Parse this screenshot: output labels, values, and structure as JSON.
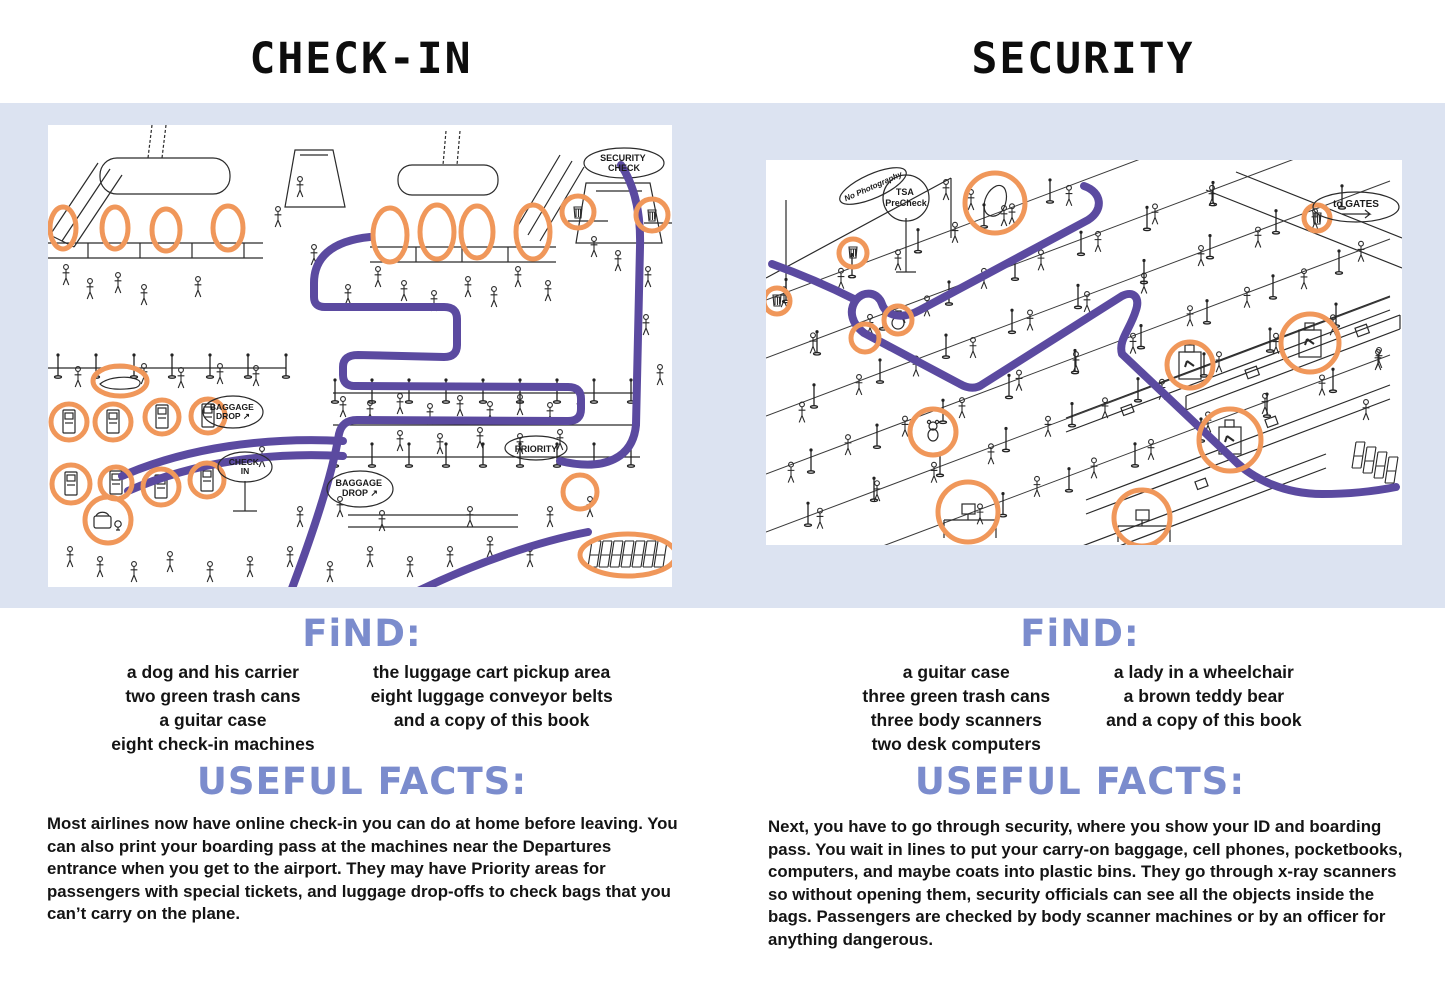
{
  "colors": {
    "band_background": "#dce3f1",
    "heading_blue": "#7b8ccd",
    "marker_orange": "#f0975a",
    "route_purple": "#5b4aa0",
    "title_ink": "#0d0d0d"
  },
  "left_page": {
    "title": "CHECK-IN",
    "find": {
      "heading": "FiND:",
      "col1": [
        "a dog and his carrier",
        "two green trash cans",
        "a guitar case",
        "eight check-in machines"
      ],
      "col2": [
        "the luggage cart pickup area",
        "eight luggage conveyor belts",
        "and a copy of this book"
      ]
    },
    "facts": {
      "heading": "USEFUL FACTS:",
      "text": "Most airlines now have online check-in you can do at home before leaving. You can also print your boarding pass at the machines near the Departures entrance when you get to the airport. They may have Priority areas for passengers with special tickets, and luggage drop-offs to check bags that you can’t carry on the plane."
    },
    "art_labels": {
      "security_check_line1": "SECURITY",
      "security_check_line2": "CHECK",
      "baggage_drop1_line1": "BAGGAGE",
      "baggage_drop1_line2": "DROP ↗",
      "check_in_line1": "CHECK",
      "check_in_line2": "IN",
      "baggage_drop2_line1": "BAGGAGE",
      "baggage_drop2_line2": "DROP ↗",
      "priority": "PRIORITY"
    }
  },
  "right_page": {
    "title": "SECURITY",
    "find": {
      "heading": "FiND:",
      "col1": [
        "a guitar case",
        "three green trash cans",
        "three body scanners",
        "two desk computers"
      ],
      "col2": [
        "a lady in a wheelchair",
        "a brown teddy bear",
        "and a copy of this book"
      ]
    },
    "facts": {
      "heading": "USEFUL FACTS:",
      "text": "Next, you have to go through security, where you show your ID and boarding pass. You wait in lines to put your carry-on baggage, cell phones, pocketbooks, computers, and maybe coats into plastic bins. They go through x-ray scanners so without opening them, security officials can see all the objects inside the bags. Passengers are checked by body scanner machines or by an officer for anything dangerous.",
      "art_labels_note": ""
    },
    "art_labels": {
      "no_photography": "No Photography",
      "tsa_line1": "TSA",
      "tsa_line2": "PreCheck",
      "to_gates": "to GATES"
    }
  }
}
